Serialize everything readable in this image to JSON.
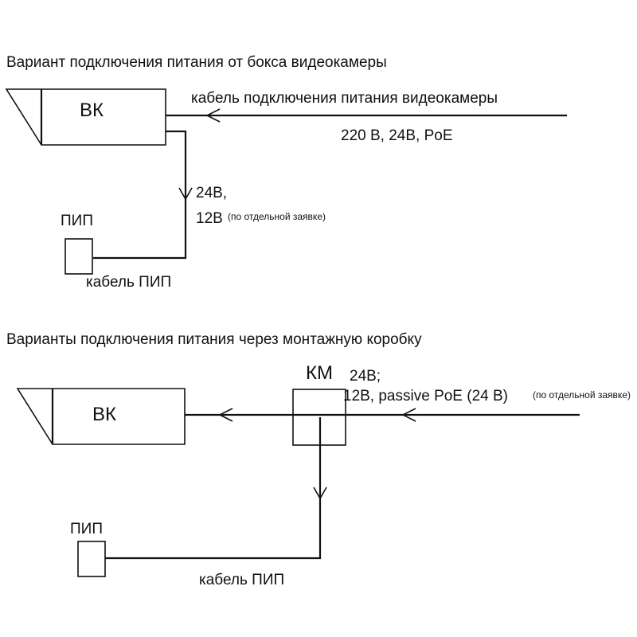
{
  "variant1": {
    "title": "Вариант  подключения питания  от бокса видеокамеры",
    "camera_label": "ВК",
    "cable_label": "кабель подключения питания видеокамеры",
    "voltage_options": "220 В, 24В, PoE",
    "psu_voltage_line1": "24В,",
    "psu_voltage_line2": "12В",
    "psu_note": "(по отдельной заявке)",
    "psu_label": "ПИП",
    "psu_cable_label": "кабель ПИП"
  },
  "variant2": {
    "title": "Варианты подключения питания через  монтажную коробку",
    "camera_label": "ВК",
    "box_label": "КМ",
    "voltage_line1": "24В;",
    "voltage_line2": "12В, passive PoE (24 В)",
    "voltage_note": "(по отдельной заявке)",
    "psu_label": "ПИП",
    "psu_cable_label": "кабель ПИП"
  }
}
